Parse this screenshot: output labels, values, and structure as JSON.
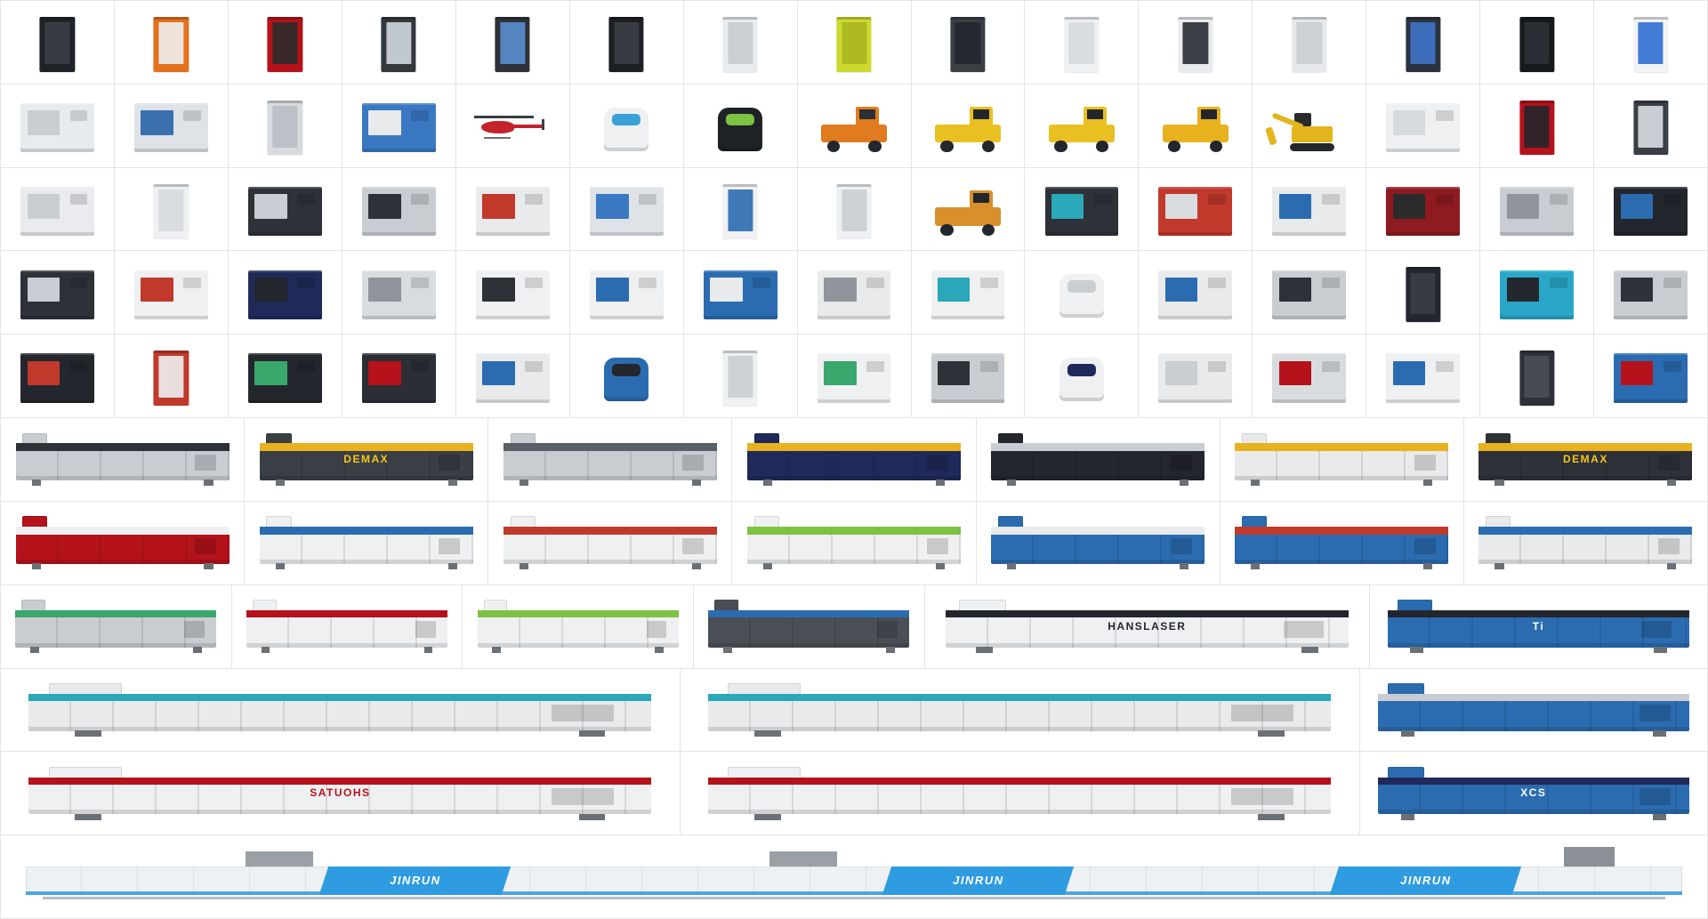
{
  "page": {
    "title": "industrial-machinery-image-grid",
    "background": "#ffffff",
    "gridline_color": "#e4e4e4"
  },
  "visible_text_labels": [
    "DEMAX",
    "HANSLASER",
    "Ti",
    "SATUOHS",
    "XCS",
    "JINRUN"
  ],
  "grid": {
    "rows": [
      {
        "name": "row-1",
        "cells": [
          {
            "name": "black-vending-machine",
            "t": "cab",
            "c": [
              "#1f2228",
              "#3a3f46"
            ]
          },
          {
            "name": "orange-vending-machine",
            "t": "cab",
            "c": [
              "#e2711d",
              "#f0f0f0"
            ]
          },
          {
            "name": "red-snack-vending-machine",
            "t": "cab",
            "c": [
              "#b5121b",
              "#2b2b2b"
            ]
          },
          {
            "name": "dark-display-fridge",
            "t": "cab",
            "c": [
              "#33373e",
              "#cfd8df"
            ]
          },
          {
            "name": "dark-kiosk-cabinet",
            "t": "cab",
            "c": [
              "#2e3138",
              "#5a8fd0"
            ]
          },
          {
            "name": "black-candy-vending-machine",
            "t": "cab",
            "c": [
              "#1d1f24",
              "#3a3f46"
            ]
          },
          {
            "name": "white-smart-locker",
            "t": "cab",
            "c": [
              "#e9ecef",
              "#c8cdd2"
            ]
          },
          {
            "name": "lime-battery-swap-cabinet",
            "t": "cab",
            "c": [
              "#cdd92f",
              "#aab622"
            ]
          },
          {
            "name": "gray-server-cabinet",
            "t": "cab",
            "c": [
              "#3a3f46",
              "#23262d"
            ]
          },
          {
            "name": "white-drawer-cabinet",
            "t": "cab",
            "c": [
              "#eef0f2",
              "#d6dade"
            ]
          },
          {
            "name": "white-black-top-machine",
            "t": "cab",
            "c": [
              "#e9ebee",
              "#2a2d33"
            ]
          },
          {
            "name": "silver-freezer-cabinet",
            "t": "cab",
            "c": [
              "#e6e8ea",
              "#c9ced3"
            ]
          },
          {
            "name": "dark-blue-cabinet",
            "t": "cab",
            "c": [
              "#2c3340",
              "#3f72c9"
            ]
          },
          {
            "name": "black-side-cabinet",
            "t": "cab",
            "c": [
              "#17191d",
              "#2e3138"
            ]
          },
          {
            "name": "white-medical-analyzer",
            "t": "cab",
            "c": [
              "#f1f3f5",
              "#2f6fd0"
            ]
          }
        ]
      },
      {
        "name": "row-2",
        "cells": [
          {
            "name": "white-tool-drawer-cabinet",
            "t": "box",
            "c": [
              "#e8ebee",
              "#c9ced3"
            ]
          },
          {
            "name": "cnc-milling-machine",
            "t": "box",
            "c": [
              "#dfe3e8",
              "#3a6fb0"
            ]
          },
          {
            "name": "gray-dispenser-cabinet",
            "t": "cab",
            "c": [
              "#d7dade",
              "#b9bec4"
            ]
          },
          {
            "name": "blue-cnc-machine",
            "t": "box",
            "c": [
              "#3a78c2",
              "#e8eaec"
            ]
          },
          {
            "name": "rc-helicopter",
            "t": "heli",
            "c": [
              "#c4232b",
              "#f0f0f0"
            ]
          },
          {
            "name": "agv-robot",
            "t": "robot",
            "c": [
              "#eef0f2",
              "#3aa0d8"
            ]
          },
          {
            "name": "cleaning-robot",
            "t": "robot",
            "c": [
              "#1e2126",
              "#7dc242"
            ]
          },
          {
            "name": "orange-pallet-stacker",
            "t": "veh",
            "c": [
              "#e07b1f",
              "#2b2f35"
            ]
          },
          {
            "name": "yellow-robot-loader",
            "t": "veh",
            "c": [
              "#e8c021",
              "#23262d"
            ]
          },
          {
            "name": "yellow-forklift",
            "t": "veh",
            "c": [
              "#e8c021",
              "#23262d"
            ]
          },
          {
            "name": "yellow-dump-truck",
            "t": "veh",
            "c": [
              "#e8b11e",
              "#23262d"
            ]
          },
          {
            "name": "yellow-excavator",
            "t": "exc",
            "c": [
              "#e3b61f",
              "#2b2b2b"
            ]
          },
          {
            "name": "lab-fume-hood",
            "t": "box",
            "c": [
              "#eef0f2",
              "#d6dade"
            ]
          },
          {
            "name": "red-black-analyzer",
            "t": "cab",
            "c": [
              "#b5121b",
              "#23262d"
            ]
          },
          {
            "name": "gray-inspection-machine",
            "t": "cab",
            "c": [
              "#3a3f46",
              "#d9dcdf"
            ]
          }
        ]
      },
      {
        "name": "row-3",
        "cells": [
          {
            "name": "white-panel-machine",
            "t": "box",
            "c": [
              "#e9ebee",
              "#c9ced3"
            ]
          },
          {
            "name": "white-tall-machine",
            "t": "cab",
            "c": [
              "#eef0f2",
              "#d6dade"
            ]
          },
          {
            "name": "dark-gray-machining-center",
            "t": "box",
            "c": [
              "#2e3138",
              "#c9ced3"
            ]
          },
          {
            "name": "gray-machining-center",
            "t": "box",
            "c": [
              "#c9cdd2",
              "#2e3138"
            ]
          },
          {
            "name": "red-cnc-machine",
            "t": "box",
            "c": [
              "#e8eaec",
              "#c0392b"
            ]
          },
          {
            "name": "overhead-gantry-system",
            "t": "box",
            "c": [
              "#dfe3e8",
              "#3a78c2"
            ]
          },
          {
            "name": "medical-ultrasound-cart",
            "t": "cab",
            "c": [
              "#f0f1f3",
              "#2b6cb0"
            ]
          },
          {
            "name": "white-narrow-device",
            "t": "cab",
            "c": [
              "#eef0f2",
              "#c9ced3"
            ]
          },
          {
            "name": "orange-stacker-with-load",
            "t": "veh",
            "c": [
              "#d98f2b",
              "#23262d"
            ]
          },
          {
            "name": "dark-teal-window-machine",
            "t": "box",
            "c": [
              "#2e3138",
              "#2aa7b8"
            ]
          },
          {
            "name": "red-machining-center",
            "t": "box",
            "c": [
              "#c0392b",
              "#d9dcdf"
            ]
          },
          {
            "name": "white-blue-machine",
            "t": "box",
            "c": [
              "#e8eaec",
              "#2b6cb0"
            ]
          },
          {
            "name": "dark-red-machine",
            "t": "box",
            "c": [
              "#8e1b22",
              "#2b2b2b"
            ]
          },
          {
            "name": "gray-wide-machine",
            "t": "box",
            "c": [
              "#c9cdd2",
              "#8f959b"
            ]
          },
          {
            "name": "dark-blue-accent-machine",
            "t": "box",
            "c": [
              "#23262d",
              "#2b6cb0"
            ]
          }
        ]
      },
      {
        "name": "row-4",
        "cells": [
          {
            "name": "dark-panel-machine",
            "t": "box",
            "c": [
              "#2e3138",
              "#c9ced3"
            ]
          },
          {
            "name": "red-white-machine",
            "t": "box",
            "c": [
              "#eef0f2",
              "#c0392b"
            ]
          },
          {
            "name": "navy-laser-machine",
            "t": "box",
            "c": [
              "#1f2a5a",
              "#23262d"
            ]
          },
          {
            "name": "gray-compact-machine",
            "t": "box",
            "c": [
              "#d9dcdf",
              "#8f959b"
            ]
          },
          {
            "name": "white-dark-window-machine",
            "t": "box",
            "c": [
              "#eef0f2",
              "#2e3138"
            ]
          },
          {
            "name": "white-frame-machine",
            "t": "box",
            "c": [
              "#eef0f2",
              "#2b6cb0"
            ]
          },
          {
            "name": "blue-white-machine",
            "t": "box",
            "c": [
              "#2b6cb0",
              "#e8eaec"
            ]
          },
          {
            "name": "surgical-operating-table",
            "t": "box",
            "c": [
              "#e8eaec",
              "#8f959b"
            ]
          },
          {
            "name": "white-teal-machine",
            "t": "box",
            "c": [
              "#eef0f2",
              "#2aa7b8"
            ]
          },
          {
            "name": "medical-treatment-chair",
            "t": "robot",
            "c": [
              "#f0f1f3",
              "#c9ced3"
            ]
          },
          {
            "name": "white-blue-lab-machine",
            "t": "box",
            "c": [
              "#e8eaec",
              "#2b6cb0"
            ]
          },
          {
            "name": "gray-dark-top-machine",
            "t": "box",
            "c": [
              "#c9cdd2",
              "#2e3138"
            ]
          },
          {
            "name": "dark-cabinet-pair",
            "t": "cab",
            "c": [
              "#23262d",
              "#3a3f46"
            ]
          },
          {
            "name": "teal-cab-machine",
            "t": "box",
            "c": [
              "#2aa7c8",
              "#23262d"
            ]
          },
          {
            "name": "gray-low-machine",
            "t": "box",
            "c": [
              "#c9cdd2",
              "#2e3138"
            ]
          }
        ]
      },
      {
        "name": "row-5",
        "cells": [
          {
            "name": "black-red-cnc-lathe",
            "t": "box",
            "c": [
              "#23262d",
              "#c0392b"
            ]
          },
          {
            "name": "red-white-extruder",
            "t": "cab",
            "c": [
              "#c0392b",
              "#eef0f2"
            ]
          },
          {
            "name": "dark-green-screen-machine",
            "t": "box",
            "c": [
              "#23262d",
              "#3aa76d"
            ]
          },
          {
            "name": "electrical-cabinet-bank",
            "t": "box",
            "c": [
              "#2b2e35",
              "#b5121b"
            ]
          },
          {
            "name": "white-blue-cnc",
            "t": "box",
            "c": [
              "#e8eaec",
              "#2b6cb0"
            ]
          },
          {
            "name": "blue-flow-meter",
            "t": "robot",
            "c": [
              "#2b6cb0",
              "#23262d"
            ]
          },
          {
            "name": "filling-machine-tower",
            "t": "cab",
            "c": [
              "#eef0f2",
              "#c9ced3"
            ]
          },
          {
            "name": "white-green-packaging-machine",
            "t": "box",
            "c": [
              "#eef0f2",
              "#3aa76d"
            ]
          },
          {
            "name": "xray-baggage-scanner",
            "t": "box",
            "c": [
              "#c9cdd2",
              "#2e3138"
            ]
          },
          {
            "name": "mri-scanner",
            "t": "robot",
            "c": [
              "#eef0f2",
              "#1f2a5a"
            ]
          },
          {
            "name": "white-assembly-machine",
            "t": "box",
            "c": [
              "#e8eaec",
              "#c9ced3"
            ]
          },
          {
            "name": "white-red-production-cell",
            "t": "box",
            "c": [
              "#d9dcdf",
              "#b5121b"
            ]
          },
          {
            "name": "white-blue-stripe-machine",
            "t": "box",
            "c": [
              "#eef0f2",
              "#2b6cb0"
            ]
          },
          {
            "name": "dark-gray-machine",
            "t": "cab",
            "c": [
              "#2e3138",
              "#4a4f57"
            ]
          },
          {
            "name": "multicolor-test-machine",
            "t": "box",
            "c": [
              "#2b6cb0",
              "#b5121b"
            ]
          }
        ]
      },
      {
        "name": "row-6",
        "cells": [
          {
            "name": "gray-injection-molding-machine",
            "t": "line",
            "c": [
              "#c9cdd2",
              "#2e3138"
            ]
          },
          {
            "name": "demax-yellow-injection-machine",
            "t": "line",
            "c": [
              "#3a3f46",
              "#e8b11e"
            ],
            "label": "DEMAX",
            "lc": "#f5c518"
          },
          {
            "name": "gray-twin-injection-machine",
            "t": "line",
            "c": [
              "#c9cdd2",
              "#5a6068"
            ]
          },
          {
            "name": "yellow-navy-injection-machine",
            "t": "line",
            "c": [
              "#1f2a5a",
              "#e8b11e"
            ]
          },
          {
            "name": "dark-window-injection-machine",
            "t": "line",
            "c": [
              "#23262d",
              "#c9ced3"
            ]
          },
          {
            "name": "white-yellow-injection-machine",
            "t": "line",
            "c": [
              "#e8eaec",
              "#e8b11e"
            ]
          },
          {
            "name": "demax-large-injection-machine",
            "t": "line",
            "c": [
              "#2e3138",
              "#e8b11e"
            ],
            "label": "DEMAX",
            "lc": "#f5c518"
          }
        ]
      },
      {
        "name": "row-7",
        "cells": [
          {
            "name": "red-gantry-molding-machine",
            "t": "line",
            "c": [
              "#b5121b",
              "#eef0f2"
            ]
          },
          {
            "name": "blue-white-injection-machine",
            "t": "line",
            "c": [
              "#eef0f2",
              "#2b6cb0"
            ]
          },
          {
            "name": "white-red-blow-molder",
            "t": "line",
            "c": [
              "#eef0f2",
              "#c0392b"
            ]
          },
          {
            "name": "green-white-conveyor-line",
            "t": "line",
            "c": [
              "#eef0f2",
              "#7dc242"
            ]
          },
          {
            "name": "blue-laser-cutting-machine",
            "t": "line",
            "c": [
              "#2b6cb0",
              "#e8eaec"
            ]
          },
          {
            "name": "blue-machine-group",
            "t": "line",
            "c": [
              "#2b6cb0",
              "#c0392b"
            ]
          },
          {
            "name": "long-white-blue-machine",
            "t": "line",
            "c": [
              "#e8eaec",
              "#2b6cb0"
            ]
          }
        ]
      },
      {
        "name": "row-8",
        "cells": [
          {
            "name": "low-profile-processing-line",
            "t": "line",
            "w": 2,
            "c": [
              "#c9cdd2",
              "#3aa76d"
            ]
          },
          {
            "name": "white-horizontal-machine",
            "t": "line",
            "w": 2,
            "c": [
              "#eef0f2",
              "#b5121b"
            ]
          },
          {
            "name": "green-accent-printing-machine",
            "t": "line",
            "w": 2,
            "c": [
              "#eef0f2",
              "#7dc242"
            ]
          },
          {
            "name": "porthole-window-machines",
            "t": "line",
            "w": 2,
            "c": [
              "#4a4f57",
              "#2b6cb0"
            ]
          },
          {
            "name": "hanslaser-laser-cutter",
            "t": "line",
            "w": 4,
            "c": [
              "#eef0f2",
              "#23262d"
            ],
            "label": "HANSLASER",
            "lc": "#23262d"
          },
          {
            "name": "ti-blue-injection-machine",
            "t": "line",
            "w": 3,
            "c": [
              "#2b6cb0",
              "#23262d"
            ],
            "label": "Ti",
            "lc": "#ffffff"
          }
        ]
      },
      {
        "name": "row-9",
        "cells": [
          {
            "name": "teal-accent-production-line",
            "t": "line",
            "w": 6,
            "c": [
              "#e8eaec",
              "#2aa7b8"
            ]
          },
          {
            "name": "modular-production-line",
            "t": "line",
            "w": 6,
            "c": [
              "#e8eaec",
              "#2aa7b8"
            ]
          },
          {
            "name": "blue-gray-injection-machine",
            "t": "line",
            "w": 3,
            "c": [
              "#2b6cb0",
              "#c9cdd2"
            ]
          }
        ]
      },
      {
        "name": "row-10",
        "cells": [
          {
            "name": "satuohs-red-production-line",
            "t": "line",
            "w": 6,
            "c": [
              "#eef0f2",
              "#b5121b"
            ],
            "label": "SATUOHS",
            "lc": "#b5121b"
          },
          {
            "name": "bag-making-machine-line",
            "t": "line",
            "w": 6,
            "c": [
              "#eef0f2",
              "#b5121b"
            ]
          },
          {
            "name": "xcs-blue-machine",
            "t": "line",
            "w": 3,
            "c": [
              "#2b6cb0",
              "#1f2a5a"
            ],
            "label": "XCS",
            "lc": "#ffffff"
          }
        ]
      },
      {
        "name": "row-11",
        "cells": [
          {
            "name": "jinrun-glass-processing-line",
            "t": "jinrun",
            "w": 15,
            "c": [
              "#eef1f4",
              "#2f9be0"
            ],
            "labels": [
              "JINRUN",
              "JINRUN",
              "JINRUN"
            ]
          }
        ]
      }
    ]
  }
}
